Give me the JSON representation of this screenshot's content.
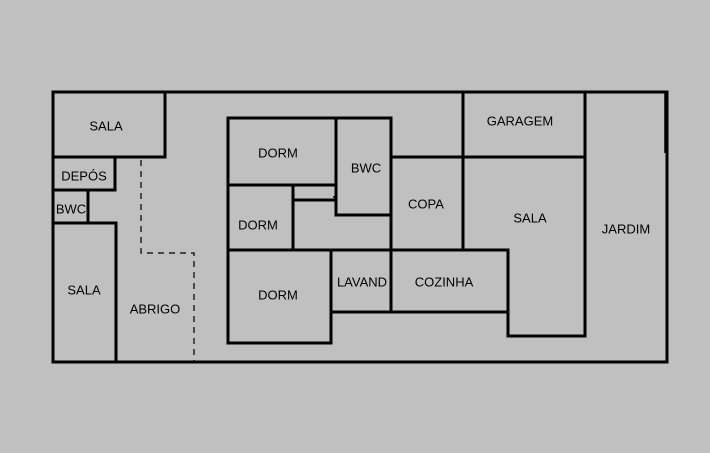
{
  "colors": {
    "background": "#c0c0c0",
    "lot": "#ffffff",
    "walls": "#000000",
    "text": "#000000"
  },
  "rooms": {
    "sala_top": "SALA",
    "depos": "DEPÓS",
    "bwc_left": "BWC",
    "sala_left": "SALA",
    "abrigo": "ABRIGO",
    "dorm_1": "DORM",
    "dorm_2": "DORM",
    "dorm_3": "DORM",
    "bwc_center": "BWC",
    "lavand": "LAVAND",
    "copa": "COPA",
    "cozinha": "COZINHA",
    "garagem": "GARAGEM",
    "sala_right": "SALA",
    "jardim": "JARDIM"
  }
}
